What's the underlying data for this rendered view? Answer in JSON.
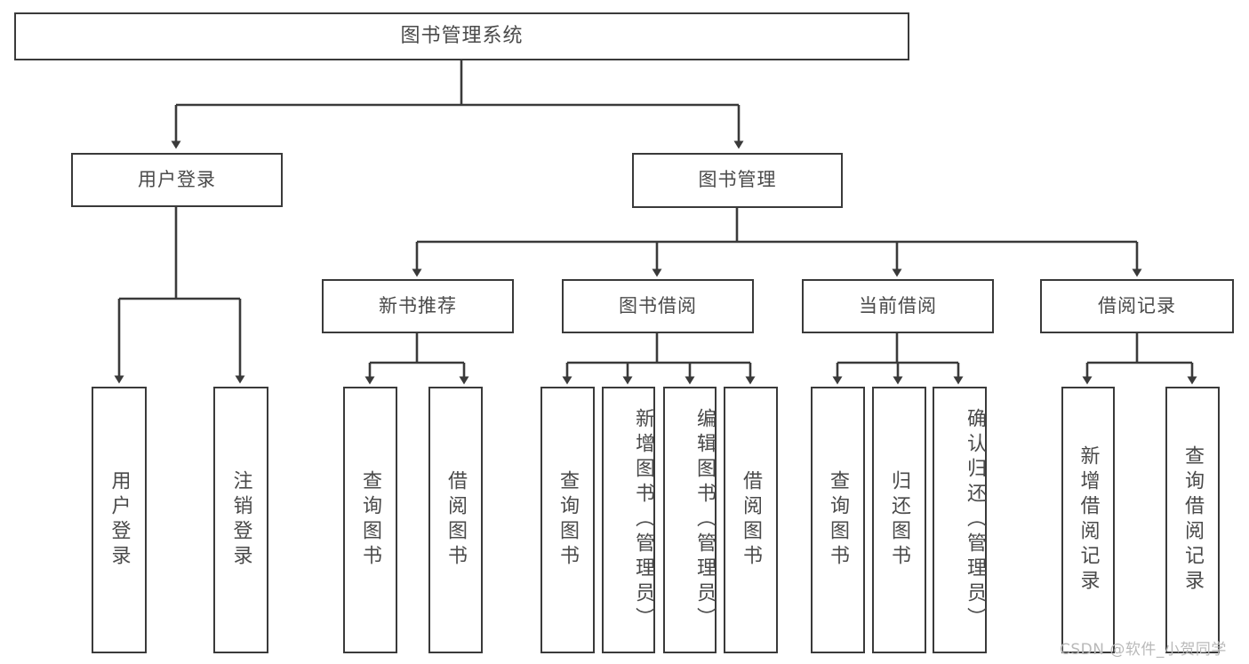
{
  "diagram": {
    "type": "hierarchy-tree",
    "title": "图书管理系统",
    "watermark": "CSDN @软件_小贺同学",
    "colors": {
      "border": "#3a3a3a",
      "text": "#4a4a4a",
      "background": "#ffffff",
      "watermark": "#b9b9b9"
    },
    "nodes": {
      "root": {
        "label": "图书管理系统"
      },
      "level2": [
        {
          "id": "user-login",
          "label": "用户登录"
        },
        {
          "id": "book-management",
          "label": "图书管理"
        }
      ],
      "level3": [
        {
          "id": "new-book-recommend",
          "label": "新书推荐"
        },
        {
          "id": "book-borrow",
          "label": "图书借阅"
        },
        {
          "id": "current-borrow",
          "label": "当前借阅"
        },
        {
          "id": "borrow-record",
          "label": "借阅记录"
        }
      ],
      "leaves": {
        "user_login": [
          {
            "id": "leaf-user-login",
            "label": "用户登录"
          },
          {
            "id": "leaf-logout",
            "label": "注销登录"
          }
        ],
        "new_book_recommend": [
          {
            "id": "leaf-query-book-1",
            "label": "查询图书"
          },
          {
            "id": "leaf-borrow-book-1",
            "label": "借阅图书"
          }
        ],
        "book_borrow": [
          {
            "id": "leaf-query-book-2",
            "label": "查询图书"
          },
          {
            "id": "leaf-add-book",
            "label": "新增图书（管理员）"
          },
          {
            "id": "leaf-edit-book",
            "label": "编辑图书（管理员）"
          },
          {
            "id": "leaf-borrow-book-2",
            "label": "借阅图书"
          }
        ],
        "current_borrow": [
          {
            "id": "leaf-query-book-3",
            "label": "查询图书"
          },
          {
            "id": "leaf-return-book",
            "label": "归还图书"
          },
          {
            "id": "leaf-confirm-return",
            "label": "确认归还（管理员）"
          }
        ],
        "borrow_record": [
          {
            "id": "leaf-add-record",
            "label": "新增借阅记录"
          },
          {
            "id": "leaf-query-record",
            "label": "查询借阅记录"
          }
        ]
      }
    }
  }
}
